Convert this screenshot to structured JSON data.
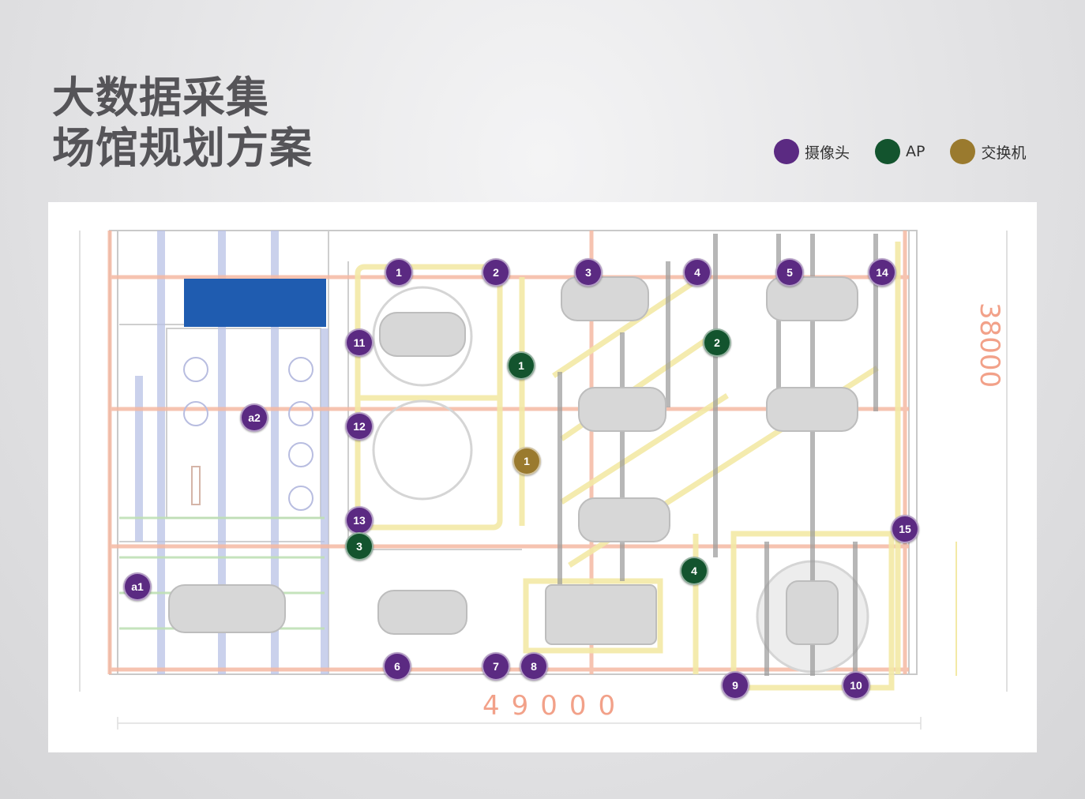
{
  "title": {
    "line1": "大数据采集",
    "line2": "场馆规划方案"
  },
  "legend": [
    {
      "label": "摄像头",
      "color": "#5b2a82"
    },
    {
      "label": "AP",
      "color": "#13542e"
    },
    {
      "label": "交换机",
      "color": "#9a7a2e"
    }
  ],
  "floorplan": {
    "dimension_width": "49000",
    "dimension_height": "38000"
  },
  "markers": {
    "cameras": [
      "1",
      "2",
      "3",
      "4",
      "5",
      "14",
      "11",
      "12",
      "13",
      "15",
      "6",
      "7",
      "8",
      "9",
      "10",
      "a1",
      "a2"
    ],
    "aps": [
      "1",
      "2",
      "3",
      "4"
    ],
    "switches": [
      "1"
    ]
  }
}
